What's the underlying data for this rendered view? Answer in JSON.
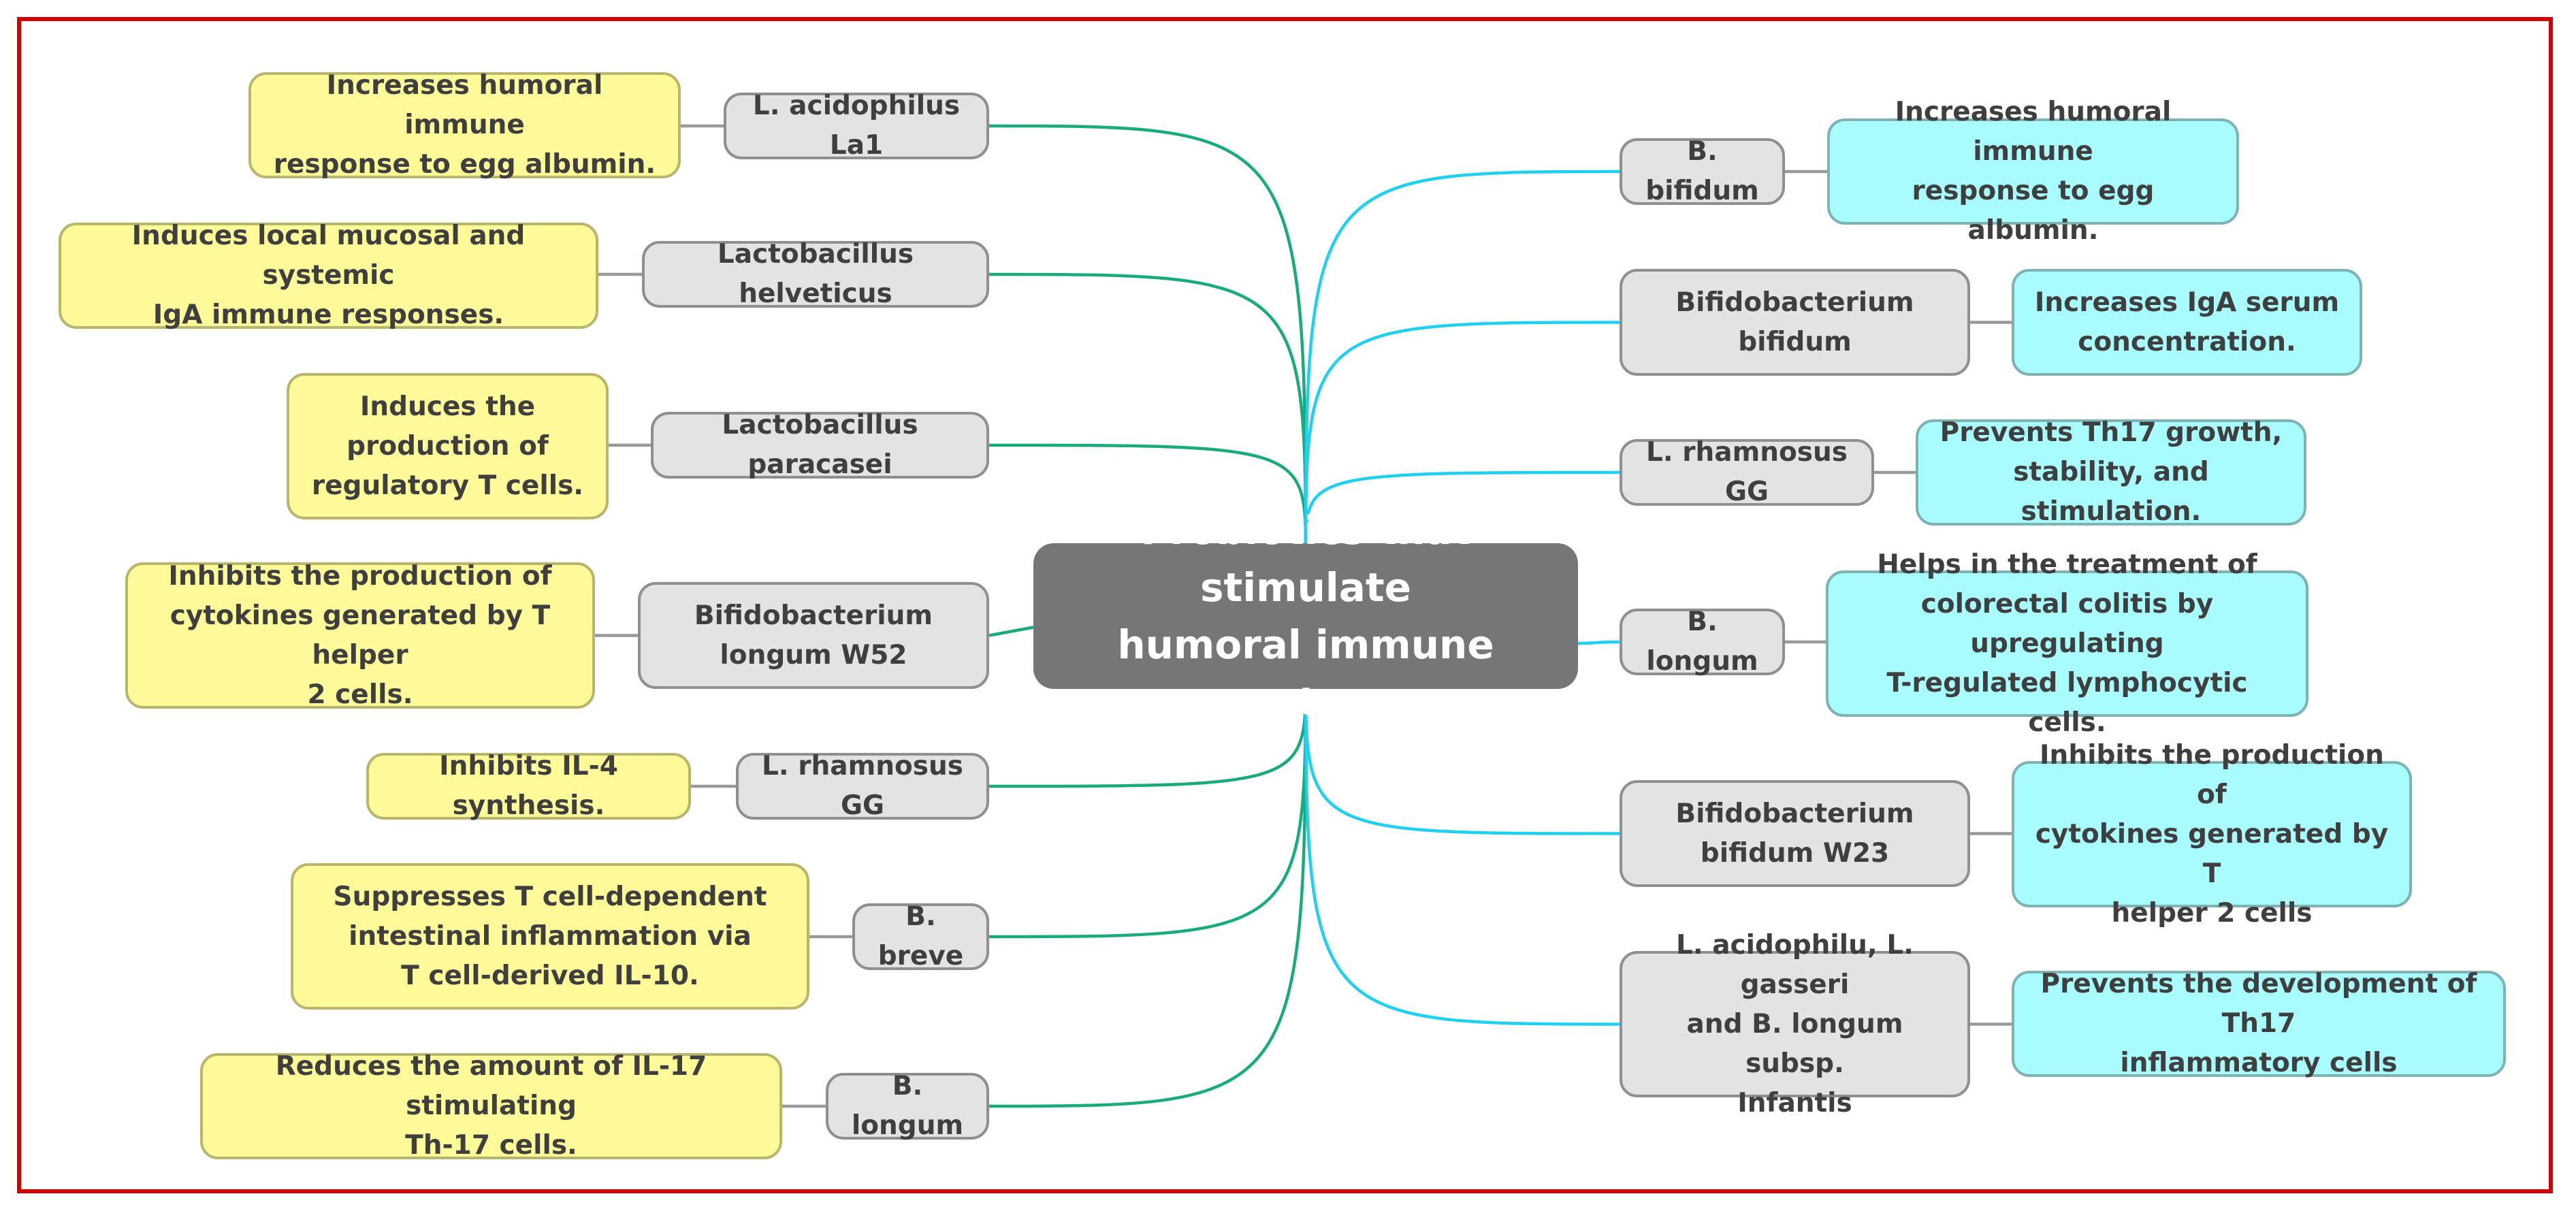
{
  "central": {
    "text": "Probiotics that stimulate\nhumoral immune system"
  },
  "colors": {
    "left_link": "#1aab7c",
    "right_link": "#1fd0f0",
    "frame": "#d40000",
    "gray_node": "#e3e3e3",
    "yellow_node": "#fffa99",
    "cyan_node": "#a9fcfd"
  },
  "left": [
    {
      "probiotic": "L. acidophilus La1",
      "effect": "Increases humoral immune\nresponse to egg albumin."
    },
    {
      "probiotic": "Lactobacillus helveticus",
      "effect": "Induces local mucosal and systemic\nIgA immune responses."
    },
    {
      "probiotic": "Lactobacillus paracasei",
      "effect": "Induces the\nproduction of\nregulatory T cells."
    },
    {
      "probiotic": "Bifidobacterium\nlongum W52",
      "effect": "Inhibits the production of\ncytokines generated by T helper\n2 cells."
    },
    {
      "probiotic": "L. rhamnosus GG",
      "effect": "Inhibits IL-4 synthesis."
    },
    {
      "probiotic": "B. breve",
      "effect": "Suppresses T cell-dependent\nintestinal inflammation via\nT cell-derived IL-10."
    },
    {
      "probiotic": "B. longum",
      "effect": "Reduces the amount of IL-17 stimulating\nTh-17 cells."
    }
  ],
  "right": [
    {
      "probiotic": "B. bifidum",
      "effect": "Increases humoral immune\nresponse to egg albumin."
    },
    {
      "probiotic": "Bifidobacterium\nbifidum",
      "effect": "Increases IgA serum\nconcentration."
    },
    {
      "probiotic": "L. rhamnosus GG",
      "effect": "Prevents Th17 growth,\nstability, and stimulation."
    },
    {
      "probiotic": "B. longum",
      "effect": "Helps in the treatment of\ncolorectal colitis by upregulating\nT-regulated lymphocytic cells."
    },
    {
      "probiotic": "Bifidobacterium\nbifidum W23",
      "effect": "Inhibits the production of\ncytokines generated by T\nhelper 2 cells"
    },
    {
      "probiotic": "L. acidophilu, L. gasseri\nand B. longum subsp.\nInfantis",
      "effect": "Prevents the development of Th17\ninflammatory cells"
    }
  ]
}
